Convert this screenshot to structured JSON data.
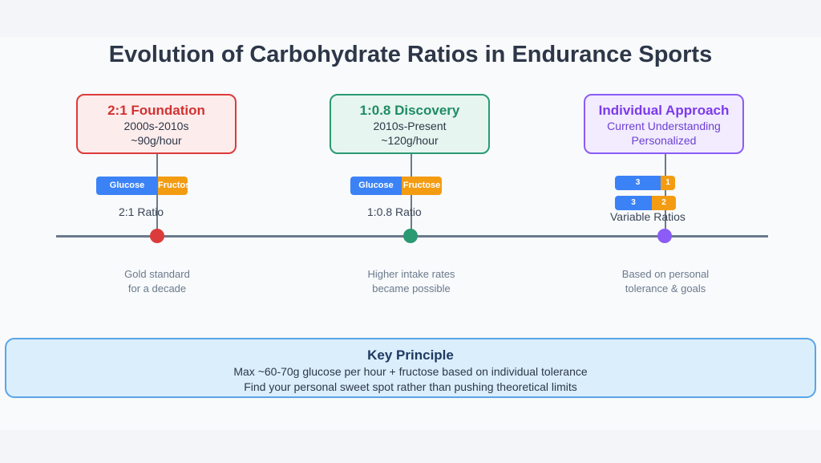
{
  "title": "Evolution of Carbohydrate Ratios in Endurance Sports",
  "stages": [
    {
      "heading": "2:1 Foundation",
      "period": "2000s-2010s",
      "rate": "~90g/hour",
      "glucose_label": "Glucose",
      "fructose_label": "Fructos",
      "ratio_label": "2:1 Ratio",
      "description_line1": "Gold standard",
      "description_line2": "for a decade",
      "color": "#dc3b3b"
    },
    {
      "heading": "1:0.8 Discovery",
      "period": "2010s-Present",
      "rate": "~120g/hour",
      "glucose_label": "Glucose",
      "fructose_label": "Fructose",
      "ratio_label": "1:0.8 Ratio",
      "description_line1": "Higher intake rates",
      "description_line2": "became possible",
      "color": "#2a9a72"
    },
    {
      "heading": "Individual Approach",
      "period": "Current Understanding",
      "rate": "Personalized",
      "variants": [
        {
          "glucose": "3",
          "fructose": "1"
        },
        {
          "glucose": "3",
          "fructose": "2"
        }
      ],
      "ratio_label": "Variable Ratios",
      "description_line1": "Based on personal",
      "description_line2": "tolerance & goals",
      "color": "#8b5cf6"
    }
  ],
  "principle": {
    "title": "Key Principle",
    "line1": "Max ~60-70g glucose per hour + fructose based on individual tolerance",
    "line2": "Find your personal sweet spot rather than pushing theoretical limits"
  }
}
